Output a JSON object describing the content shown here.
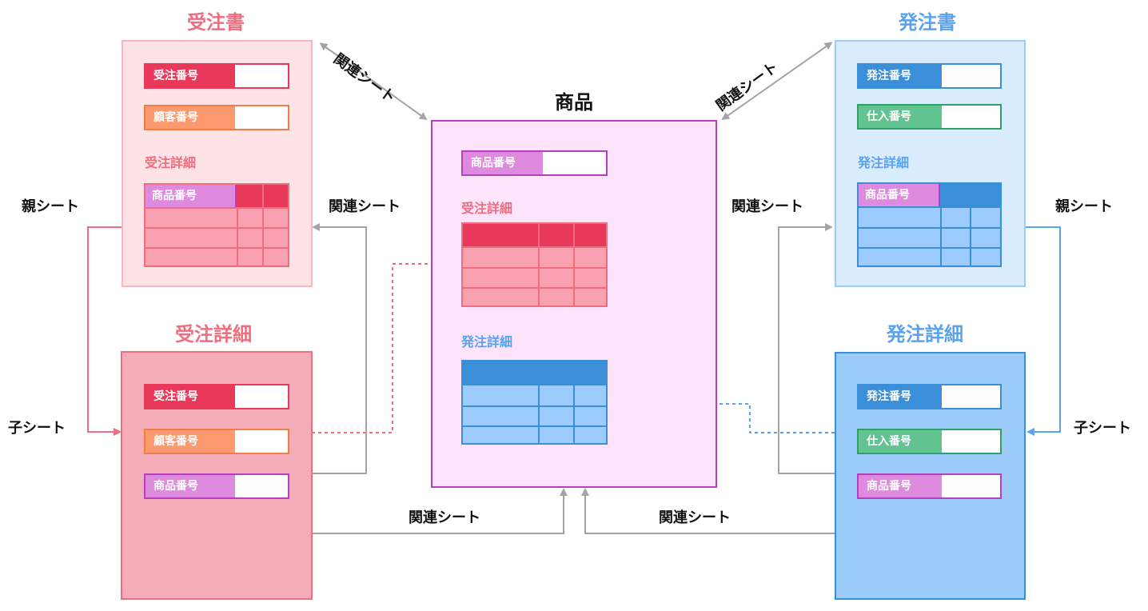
{
  "colors": {
    "order_red": "#e8395a",
    "order_panel": "#fde3e5",
    "order_panel_border": "#f7b7bd",
    "order_detail_panel": "#f4adb8",
    "order_detail_border": "#ee6e80",
    "order_row": "#f9a1b0",
    "customer_orange": "#fb9a6e",
    "product_purple": "#dd8adf",
    "product_panel": "#fde4fb",
    "product_border": "#b83ec0",
    "purchase_blue": "#3b8ed8",
    "purchase_panel": "#d9ecfd",
    "purchase_panel_border": "#9fcbf5",
    "purchase_detail_panel": "#9bcbfb",
    "purchase_row": "#9ccbfd",
    "supplier_green": "#61c390",
    "arrow_gray": "#a4a4a4"
  },
  "order": {
    "title": "受注書",
    "fields": [
      "受注番号",
      "顧客番号"
    ],
    "detail_label": "受注詳細",
    "grid_header": "商品番号"
  },
  "order_detail": {
    "title": "受注詳細",
    "fields": [
      "受注番号",
      "顧客番号",
      "商品番号"
    ]
  },
  "product": {
    "title": "商品",
    "fields": [
      "商品番号"
    ],
    "order_detail_label": "受注詳細",
    "purchase_detail_label": "発注詳細"
  },
  "purchase": {
    "title": "発注書",
    "fields": [
      "発注番号",
      "仕入番号"
    ],
    "detail_label": "発注詳細",
    "grid_header": "商品番号"
  },
  "purchase_detail": {
    "title": "発注詳細",
    "fields": [
      "発注番号",
      "仕入番号",
      "商品番号"
    ]
  },
  "labels": {
    "related_top_left": "関連シート",
    "related_top_right": "関連シート",
    "parent_left": "親シート",
    "child_left": "子シート",
    "related_mid_left": "関連シート",
    "related_mid_right": "関連シート",
    "parent_right": "親シート",
    "child_right": "子シート",
    "related_bottom_left": "関連シート",
    "related_bottom_right": "関連シート"
  }
}
